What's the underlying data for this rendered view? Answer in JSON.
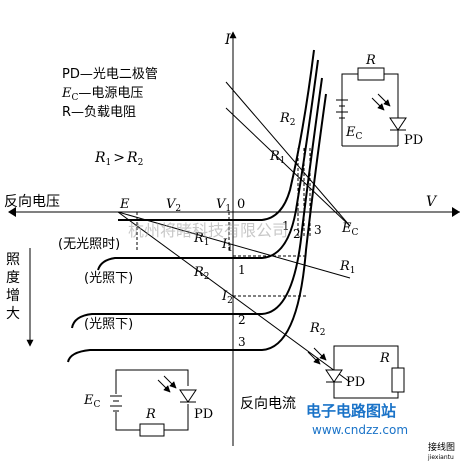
{
  "axes": {
    "y_label": "I",
    "x_label": "V",
    "origin": "0"
  },
  "legend": {
    "line1": "PD—光电二极管",
    "line2_sym": "E",
    "line2_sub": "C",
    "line2_rest": "—电源电压",
    "line3": "R—负载电阻"
  },
  "relation": {
    "r1": "R",
    "r1_sub": "1",
    "op": ">",
    "r2": "R",
    "r2_sub": "2"
  },
  "labels": {
    "reverse_voltage": "反向电压",
    "reverse_current": "反向电流",
    "E": "E",
    "V2": "V",
    "V2_sub": "2",
    "V1": "V",
    "V1_sub": "1",
    "Ec": "E",
    "Ec_sub": "C",
    "I1": "I",
    "I1_sub": "1",
    "I2": "I",
    "I2_sub": "2",
    "R1_left": "R",
    "R1_left_sub": "1",
    "R2_left": "R",
    "R2_left_sub": "2",
    "R2_top": "R",
    "R2_top_sub": "2",
    "R1_top": "R",
    "R1_top_sub": "1",
    "R1_bottom": "R",
    "R1_bottom_sub": "1",
    "R2_bottom": "R",
    "R2_bottom_sub": "2",
    "p1": "1",
    "p2": "2",
    "p3": "3",
    "q1": "1",
    "q2": "2",
    "q3": "3"
  },
  "curve_labels": {
    "no_light": "(无光照时)",
    "light1": "(光照下)",
    "light2": "(光照下)"
  },
  "illum": [
    "照",
    "度",
    "增",
    "大"
  ],
  "circuits": {
    "top": {
      "R": "R",
      "E": "E",
      "E_sub": "C",
      "PD": "PD"
    },
    "bottom_left": {
      "E": "E",
      "E_sub": "C",
      "R": "R",
      "PD": "PD"
    },
    "bottom_right": {
      "R": "R",
      "PD": "PD"
    }
  },
  "watermarks": {
    "center": "杭州将睹科技有限公司",
    "brand_cn": "电子电路图站",
    "brand_url": "www.cndzz.com",
    "corner_cn": "接线图",
    "corner_url": "jiexiantu"
  }
}
